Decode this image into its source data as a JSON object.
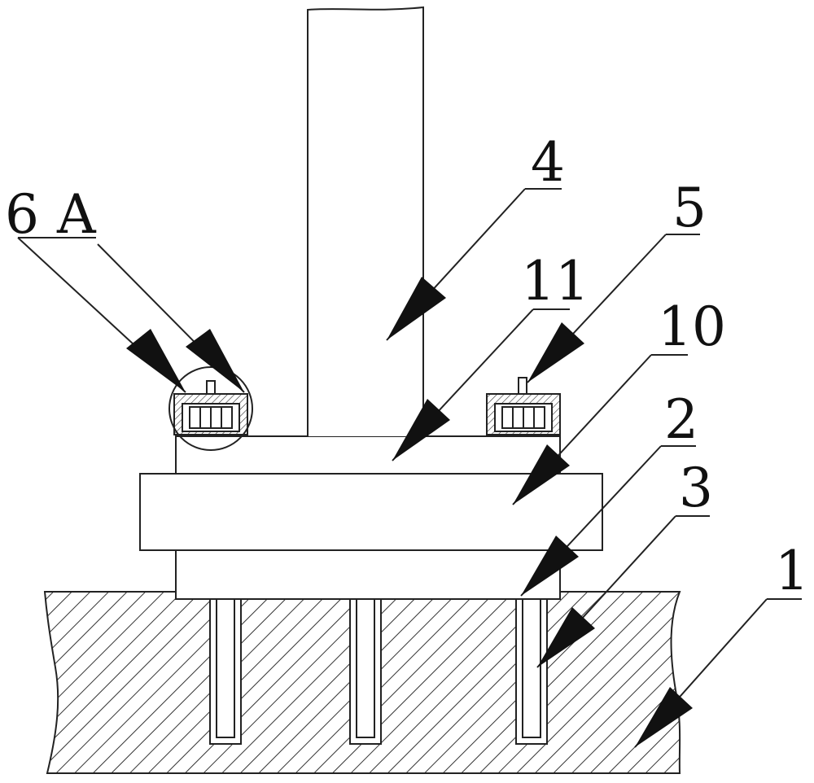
{
  "labels": {
    "l6": "6",
    "lA": "A",
    "l4": "4",
    "l5": "5",
    "l11": "11",
    "l10": "10",
    "l2": "2",
    "l3": "3",
    "l1": "1"
  },
  "colors": {
    "line": "#222222",
    "hatch": "#333333",
    "background": "#ffffff"
  }
}
